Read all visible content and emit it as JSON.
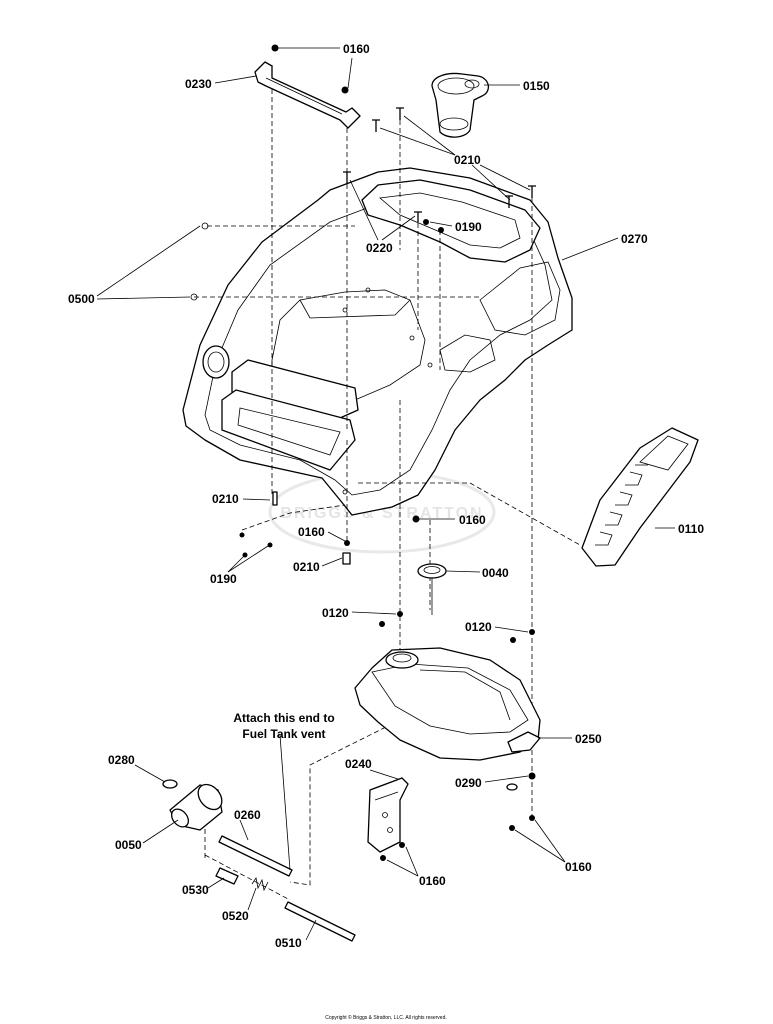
{
  "callouts": {
    "c0160_top": "0160",
    "c0230": "0230",
    "c0150": "0150",
    "c0210_top": "0210",
    "c0270": "0270",
    "c0190_top": "0190",
    "c0220": "0220",
    "c0500": "0500",
    "c0210_left": "0210",
    "c0160_mid": "0160",
    "c0160_small": "0160",
    "c0110": "0110",
    "c0210_low": "0210",
    "c0190_low": "0190",
    "c0040": "0040",
    "c0120_left": "0120",
    "c0120_right": "0120",
    "c0250": "0250",
    "c0280": "0280",
    "c0240": "0240",
    "c0290": "0290",
    "c0260": "0260",
    "c0050": "0050",
    "c0160_bracket": "0160",
    "c0160_right": "0160",
    "c0530": "0530",
    "c0520": "0520",
    "c0510": "0510"
  },
  "note": {
    "line1": "Attach this end to",
    "line2": "Fuel Tank vent"
  },
  "watermark": "BRIGGS & STRATTON",
  "copyright": "Copyright © Briggs & Stratton, LLC. All rights reserved."
}
